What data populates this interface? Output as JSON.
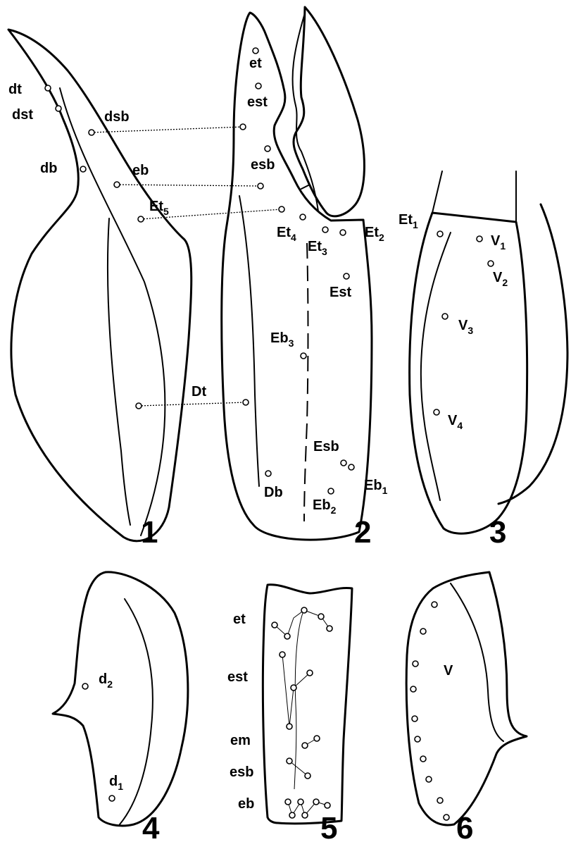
{
  "figure_numbers": [
    "1",
    "2",
    "3",
    "4",
    "5",
    "6"
  ],
  "fig1": {
    "dt": "dt",
    "dst": "dst",
    "dsb": "dsb",
    "db": "db",
    "eb": "eb",
    "Et5": {
      "base": "Et",
      "sub": "5"
    },
    "Dt": "Dt"
  },
  "fig2": {
    "et": "et",
    "est": "est",
    "esb": "esb",
    "Et4": {
      "base": "Et",
      "sub": "4"
    },
    "Et3": {
      "base": "Et",
      "sub": "3"
    },
    "Et2": {
      "base": "Et",
      "sub": "2"
    },
    "Est": "Est",
    "Eb3": {
      "base": "Eb",
      "sub": "3"
    },
    "Esb": "Esb",
    "Eb1": {
      "base": "Eb",
      "sub": "1"
    },
    "Eb2": {
      "base": "Eb",
      "sub": "2"
    },
    "Db": "Db"
  },
  "fig3": {
    "Et1": {
      "base": "Et",
      "sub": "1"
    },
    "V1": {
      "base": "V",
      "sub": "1"
    },
    "V2": {
      "base": "V",
      "sub": "2"
    },
    "V3": {
      "base": "V",
      "sub": "3"
    },
    "V4": {
      "base": "V",
      "sub": "4"
    }
  },
  "fig4": {
    "d2": {
      "base": "d",
      "sub": "2"
    },
    "d1": {
      "base": "d",
      "sub": "1"
    }
  },
  "fig5": {
    "et": "et",
    "est": "est",
    "em": "em",
    "esb": "esb",
    "eb": "eb"
  },
  "fig6": {
    "V": "V"
  }
}
